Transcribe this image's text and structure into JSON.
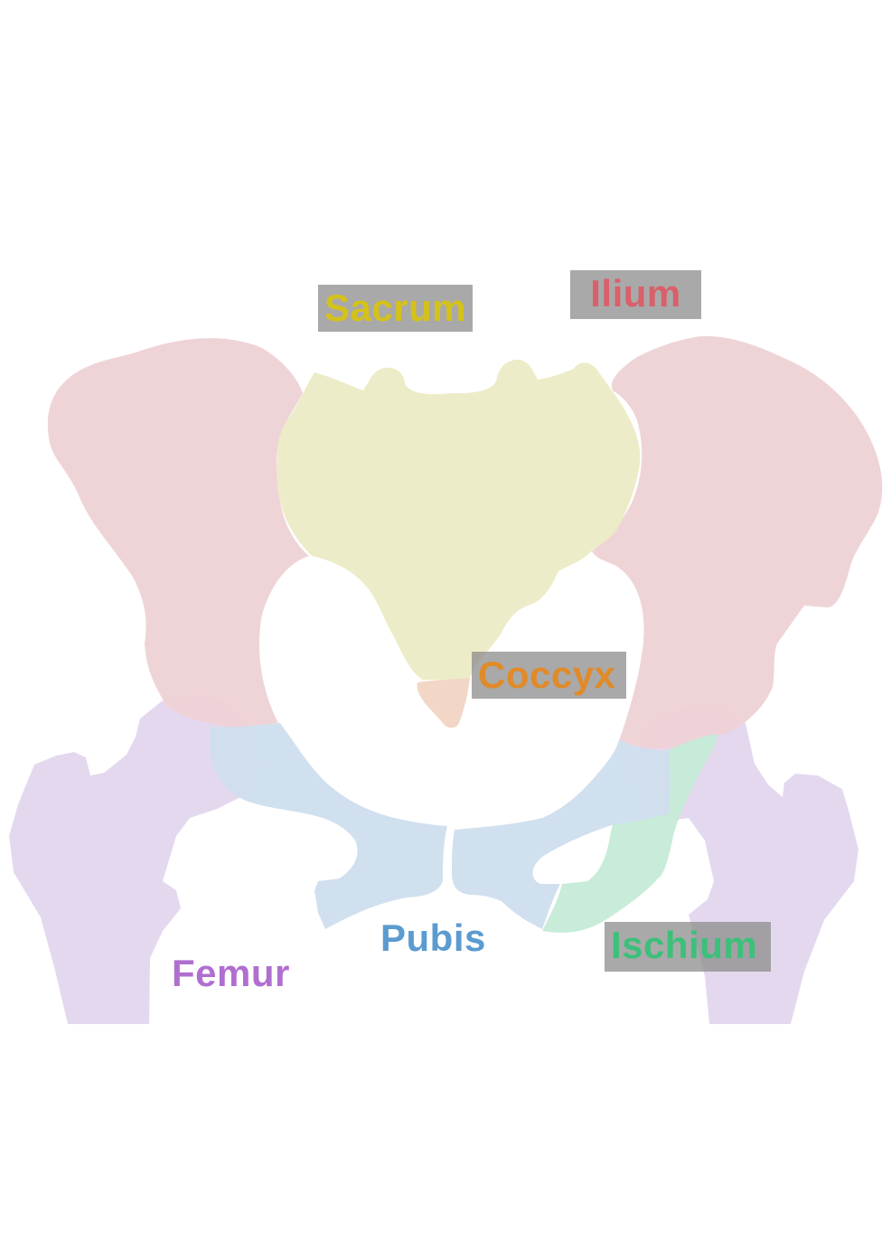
{
  "labels": {
    "sacrum": "Sacrum",
    "ilium": "Ilium",
    "coccyx": "Coccyx",
    "pubis": "Pubis",
    "femur": "Femur",
    "ischium": "Ischium"
  },
  "colors": {
    "sacrum_text": "#d4c21a",
    "ilium_text": "#d9606a",
    "coccyx_text": "#e08a2a",
    "pubis_text": "#5b9bd0",
    "femur_text": "#b06fd0",
    "ischium_text": "#3cc07a",
    "ilium_fill": "#eed2d5",
    "sacrum_fill": "#ecebc5",
    "coccyx_fill": "#f1d5c3",
    "pubis_fill": "#cfdeed",
    "femur_fill": "#e3d6ee",
    "ischium_fill": "#c5ebd7",
    "label_box": "#8c8c8c"
  }
}
